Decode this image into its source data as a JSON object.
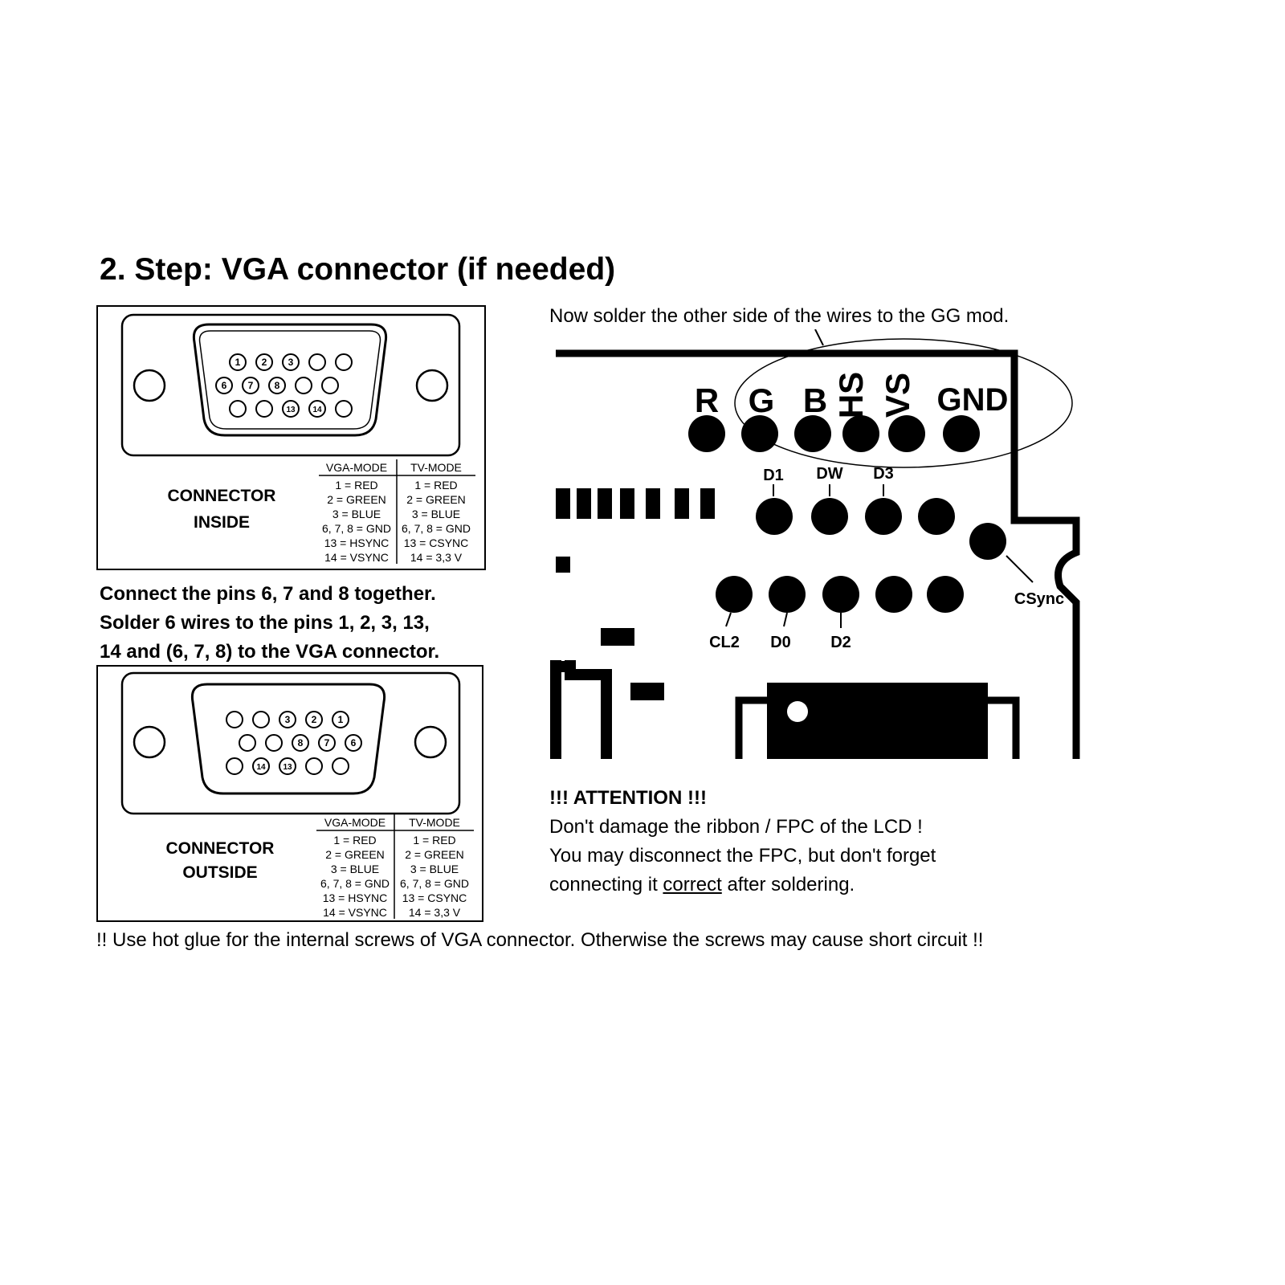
{
  "title": "2. Step: VGA connector (if needed)",
  "connector_inside": {
    "top_row_pins": [
      "1",
      "2",
      "3",
      "",
      ""
    ],
    "mid_row_pins": [
      "6",
      "7",
      "8",
      "",
      ""
    ],
    "bottom_row_pins": [
      "",
      "",
      "13",
      "14",
      ""
    ],
    "label_line1": "CONNECTOR",
    "label_line2": "INSIDE"
  },
  "connector_outside": {
    "top_row_pins": [
      "",
      "",
      "3",
      "2",
      "1"
    ],
    "mid_row_pins": [
      "",
      "",
      "8",
      "7",
      "6"
    ],
    "bottom_row_pins": [
      "",
      "14",
      "13",
      "",
      ""
    ],
    "label_line1": "CONNECTOR",
    "label_line2": "OUTSIDE"
  },
  "pin_table": {
    "vga_header": "VGA-MODE",
    "tv_header": "TV-MODE",
    "vga_rows": [
      "1 = RED",
      "2 = GREEN",
      "3 = BLUE",
      "6, 7, 8 = GND",
      "13 = HSYNC",
      "14 = VSYNC"
    ],
    "tv_rows": [
      "1 = RED",
      "2 = GREEN",
      "3 = BLUE",
      "6, 7, 8 = GND",
      "13 = CSYNC",
      "14 = 3,3 V"
    ]
  },
  "instructions": [
    "Connect the pins 6, 7 and 8 together.",
    "Solder 6 wires to the pins 1, 2, 3, 13,",
    "14 and (6, 7, 8) to the VGA connector."
  ],
  "board_caption": "Now solder the other side of the wires to the GG mod.",
  "pad_labels": {
    "r": "R",
    "g": "G",
    "b": "B",
    "hs": "HS",
    "vs": "VS",
    "gnd": "GND",
    "d1": "D1",
    "dw": "DW",
    "d3": "D3",
    "cl2": "CL2",
    "d0": "D0",
    "d2": "D2",
    "csync": "CSync"
  },
  "attention": {
    "heading": "!!! ATTENTION !!!",
    "line1": "Don't damage the ribbon / FPC of the LCD !",
    "line2": "You may disconnect the FPC, but don't forget",
    "line3_before": "connecting it ",
    "line3_underlined": "correct",
    "line3_after": " after soldering."
  },
  "footer": "!! Use hot glue for the internal screws of VGA connector. Otherwise the screws may cause short circuit !!"
}
